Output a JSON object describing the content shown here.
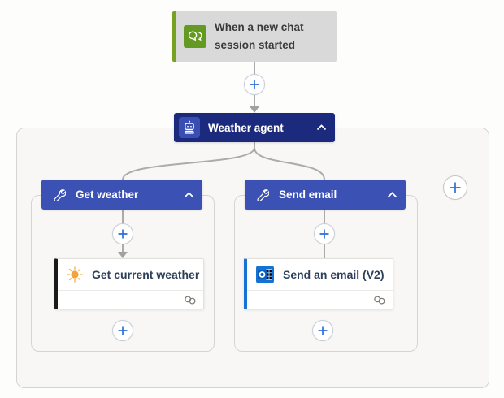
{
  "trigger": {
    "title": "When a new chat session started",
    "icon": "chat-bubbles-icon",
    "accent_color": "#76a21f",
    "background_color": "#d9d9d9"
  },
  "agent": {
    "label": "Weather agent",
    "icon": "bot-icon",
    "background_color": "#1b2a7d",
    "collapse_icon": "chevron-up-icon"
  },
  "branches": [
    {
      "header": "Get weather",
      "header_icon": "wrench-icon",
      "header_color": "#3c51b4",
      "collapse_icon": "chevron-up-icon",
      "action": {
        "title": "Get current weather",
        "icon": "sun-icon",
        "accent_color": "#1a1a1a",
        "footer_icon": "connection-icon"
      }
    },
    {
      "header": "Send email",
      "header_icon": "wrench-icon",
      "header_color": "#3c51b4",
      "collapse_icon": "chevron-up-icon",
      "action": {
        "title": "Send an email (V2)",
        "icon": "outlook-icon",
        "accent_color": "#1673d1",
        "footer_icon": "connection-icon"
      }
    }
  ],
  "connectors": {
    "plus_icon": "plus-icon",
    "plus_color": "#2f6fd3",
    "line_color": "#adabaa"
  }
}
